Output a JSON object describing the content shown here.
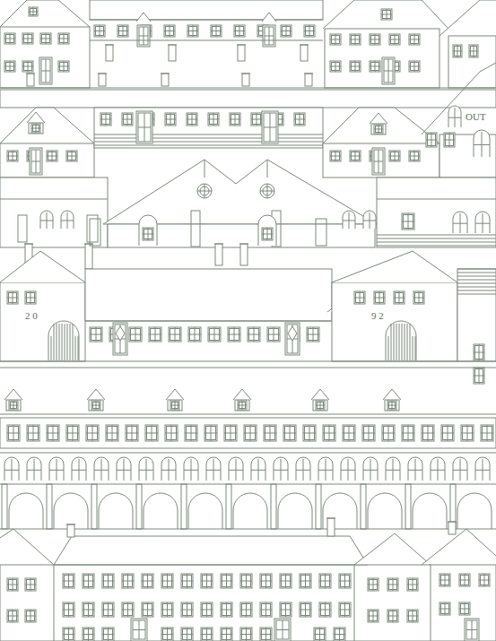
{
  "diagram": {
    "labels": [
      "2 0",
      "9 2",
      "OUT"
    ]
  }
}
